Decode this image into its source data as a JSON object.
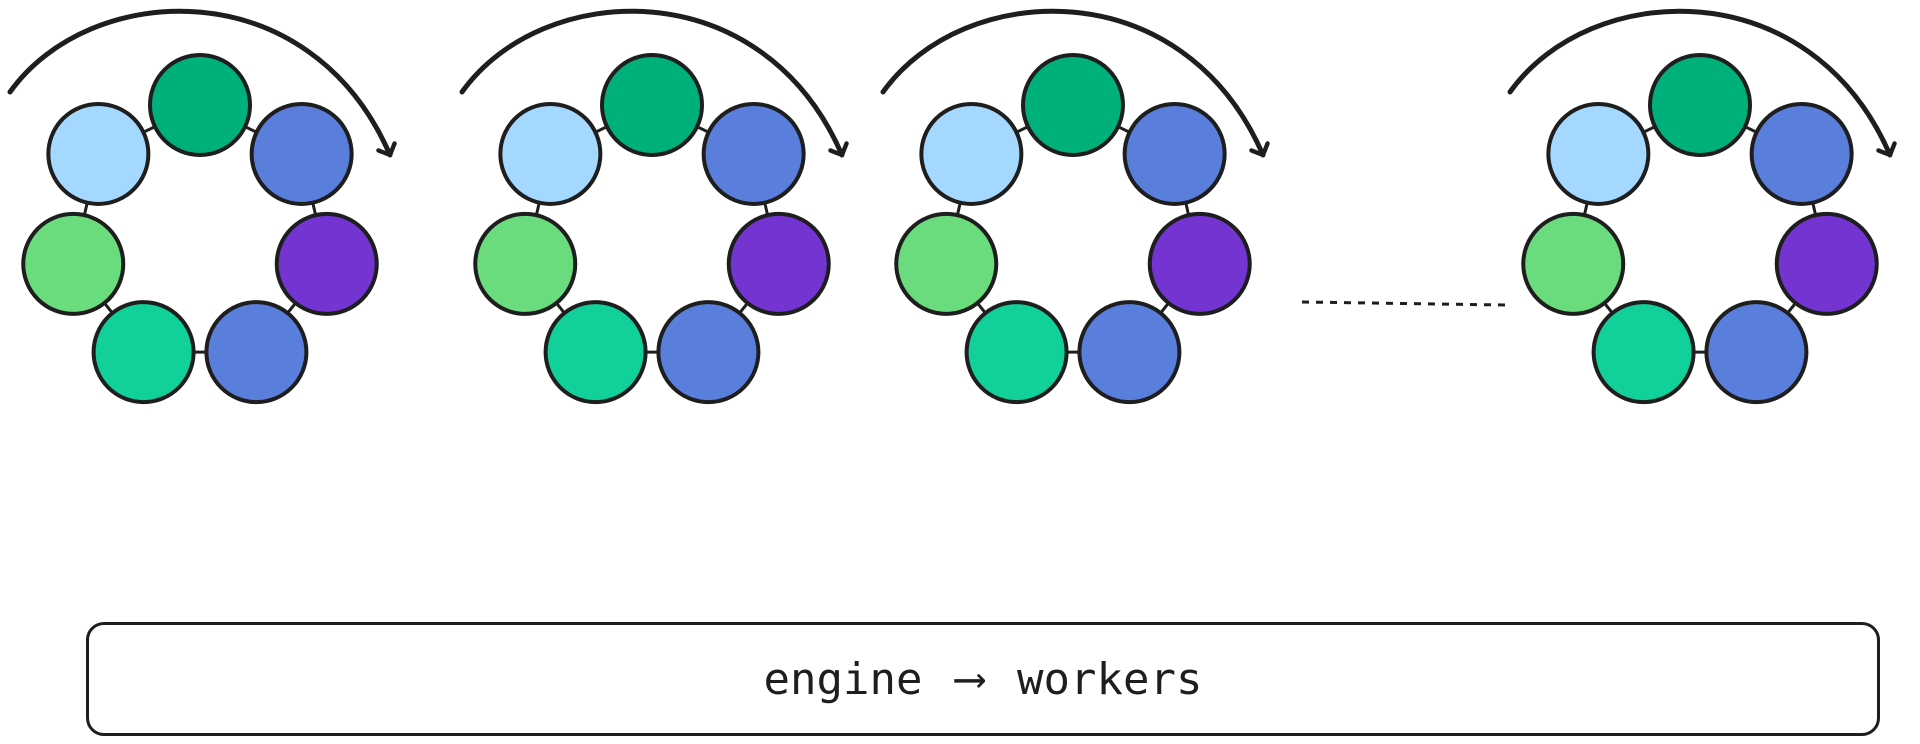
{
  "rings": {
    "count": 4,
    "node_colors": [
      "#00b07a",
      "#5a7edb",
      "#7434d1",
      "#5a7edb",
      "#12d09a",
      "#6bdc7e",
      "#a5d8ff"
    ],
    "stroke_color": "#1e1e1e",
    "icons": {
      "rotation_arrow": "curved-arrow-icon",
      "ellipsis_connector": "dotted-line-icon"
    }
  },
  "engine_box": {
    "source": "engine",
    "arrow": "⟶",
    "target": "workers"
  }
}
